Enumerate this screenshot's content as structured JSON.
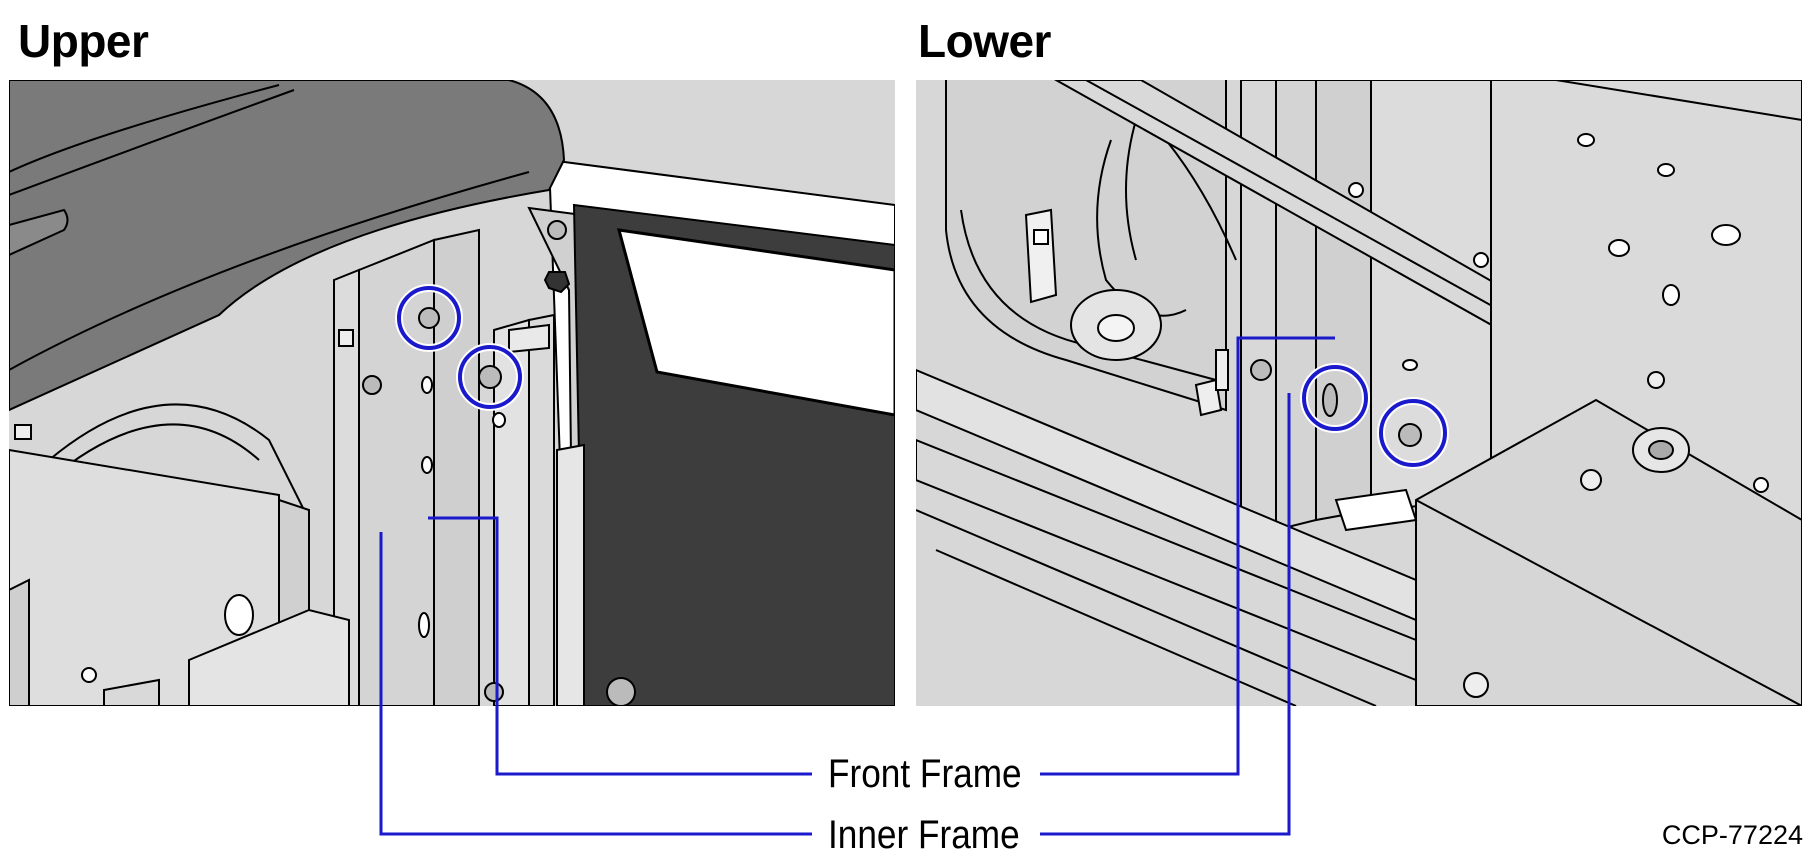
{
  "headings": {
    "upper": "Upper",
    "lower": "Lower"
  },
  "callouts": {
    "front_frame": "Front Frame",
    "inner_frame": "Inner Frame"
  },
  "figure_id": "CCP-77224",
  "colors": {
    "callout_line": "#1a1acc",
    "screw_highlight": "#1a1acc",
    "panel_background": "#d7d7d7",
    "dark_panel": "#3d3d3d",
    "lid": "#7a7a7a"
  }
}
